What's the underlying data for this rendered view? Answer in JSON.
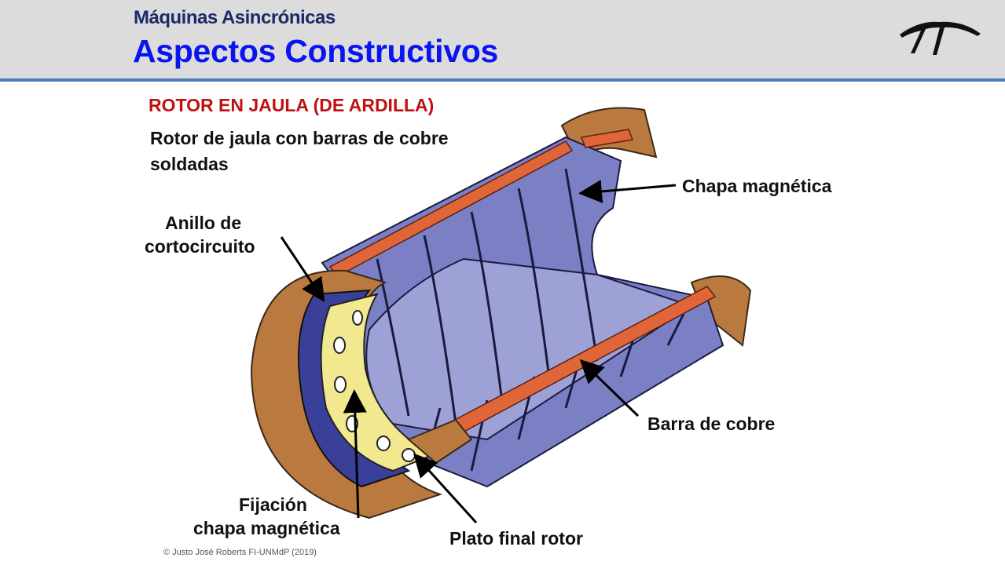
{
  "header": {
    "subtitle": "Máquinas Asincrónicas",
    "title": "Aspectos Constructivos",
    "logo": "FI logo"
  },
  "section_title": "ROTOR EN JAULA (DE ARDILLA)",
  "description": [
    "Rotor de jaula con barras de cobre",
    "soldadas"
  ],
  "labels": {
    "chapa": "Chapa magnética",
    "anillo": [
      "Anillo de",
      "cortocircuito"
    ],
    "barra": "Barra de cobre",
    "fijacion": [
      "Fijación",
      "chapa magnética"
    ],
    "plato": "Plato final rotor"
  },
  "footer": "© Justo José Roberts FI-UNMdP (2019)",
  "colors": {
    "title": "#0a14f0",
    "subtitle": "#1a2a6a",
    "section": "#c01010",
    "lamination": "#7b80c4",
    "ring": "#b9793f",
    "bar": "#e0663a",
    "plate": "#f2e890"
  }
}
